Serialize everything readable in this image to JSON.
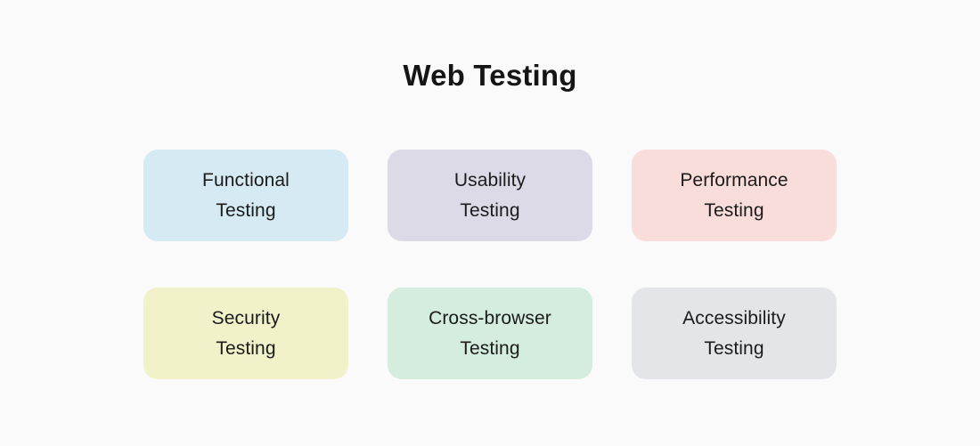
{
  "page": {
    "background_color": "#fafafa",
    "text_color": "#1b1b1b"
  },
  "title": "Web Testing",
  "cards": [
    {
      "label": "Functional Testing",
      "line1": "Functional",
      "line2": "Testing",
      "color": "#d5eaf2"
    },
    {
      "label": "Usability Testing",
      "line1": "Usability",
      "line2": "Testing",
      "color": "#dcdae7"
    },
    {
      "label": "Performance Testing",
      "line1": "Performance",
      "line2": "Testing",
      "color": "#f8ddda"
    },
    {
      "label": "Security Testing",
      "line1": "Security",
      "line2": "Testing",
      "color": "#f1f2ca"
    },
    {
      "label": "Cross-browser Testing",
      "line1": "Cross-browser",
      "line2": "Testing",
      "color": "#d4edde"
    },
    {
      "label": "Accessibility Testing",
      "line1": "Accessibility",
      "line2": "Testing",
      "color": "#e4e5e9"
    }
  ]
}
